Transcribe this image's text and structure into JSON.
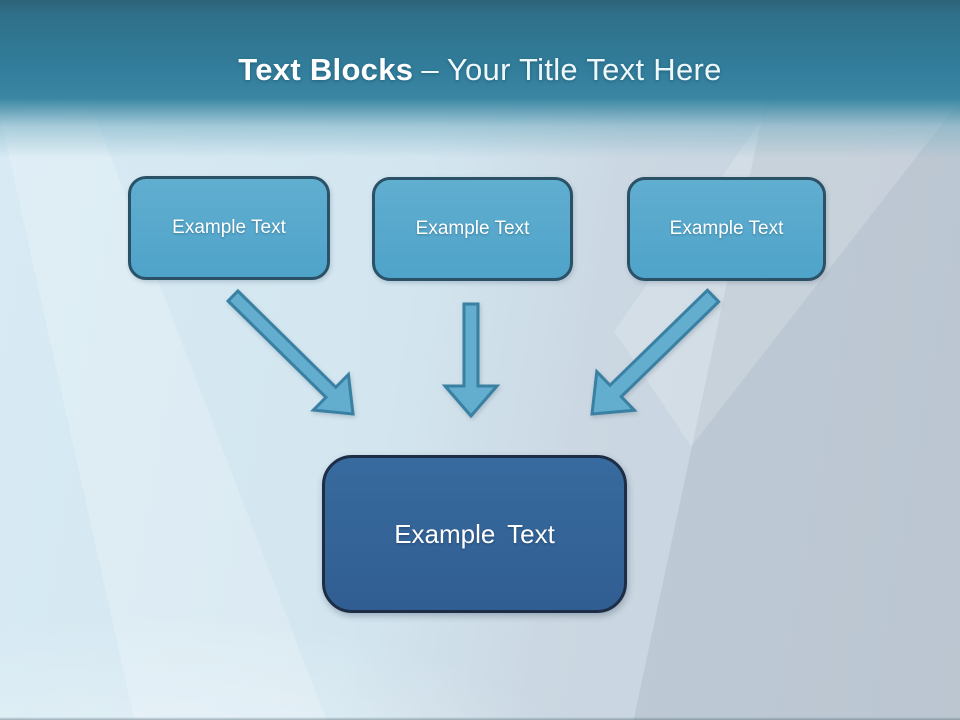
{
  "title": {
    "bold": "Text Blocks",
    "dash": "–",
    "rest": "Your Title Text Here"
  },
  "blocks": {
    "sources": [
      {
        "label": "Example Text"
      },
      {
        "label": "Example Text"
      },
      {
        "label": "Example Text"
      }
    ],
    "target": {
      "label": "Example Text"
    }
  },
  "arrows": [
    {
      "direction": "down-right"
    },
    {
      "direction": "down"
    },
    {
      "direction": "down-left"
    }
  ],
  "colors": {
    "header_teal": "#327e9c",
    "source_fill": "#57a9cc",
    "source_border": "#2b5166",
    "target_fill": "#33639a",
    "target_border": "#1d2d45",
    "arrow_fill": "#63adcf",
    "arrow_stroke": "#3a80a2",
    "title_text": "#ffffff",
    "background_left": "#d7eaf3",
    "background_right": "#c6d0db"
  }
}
